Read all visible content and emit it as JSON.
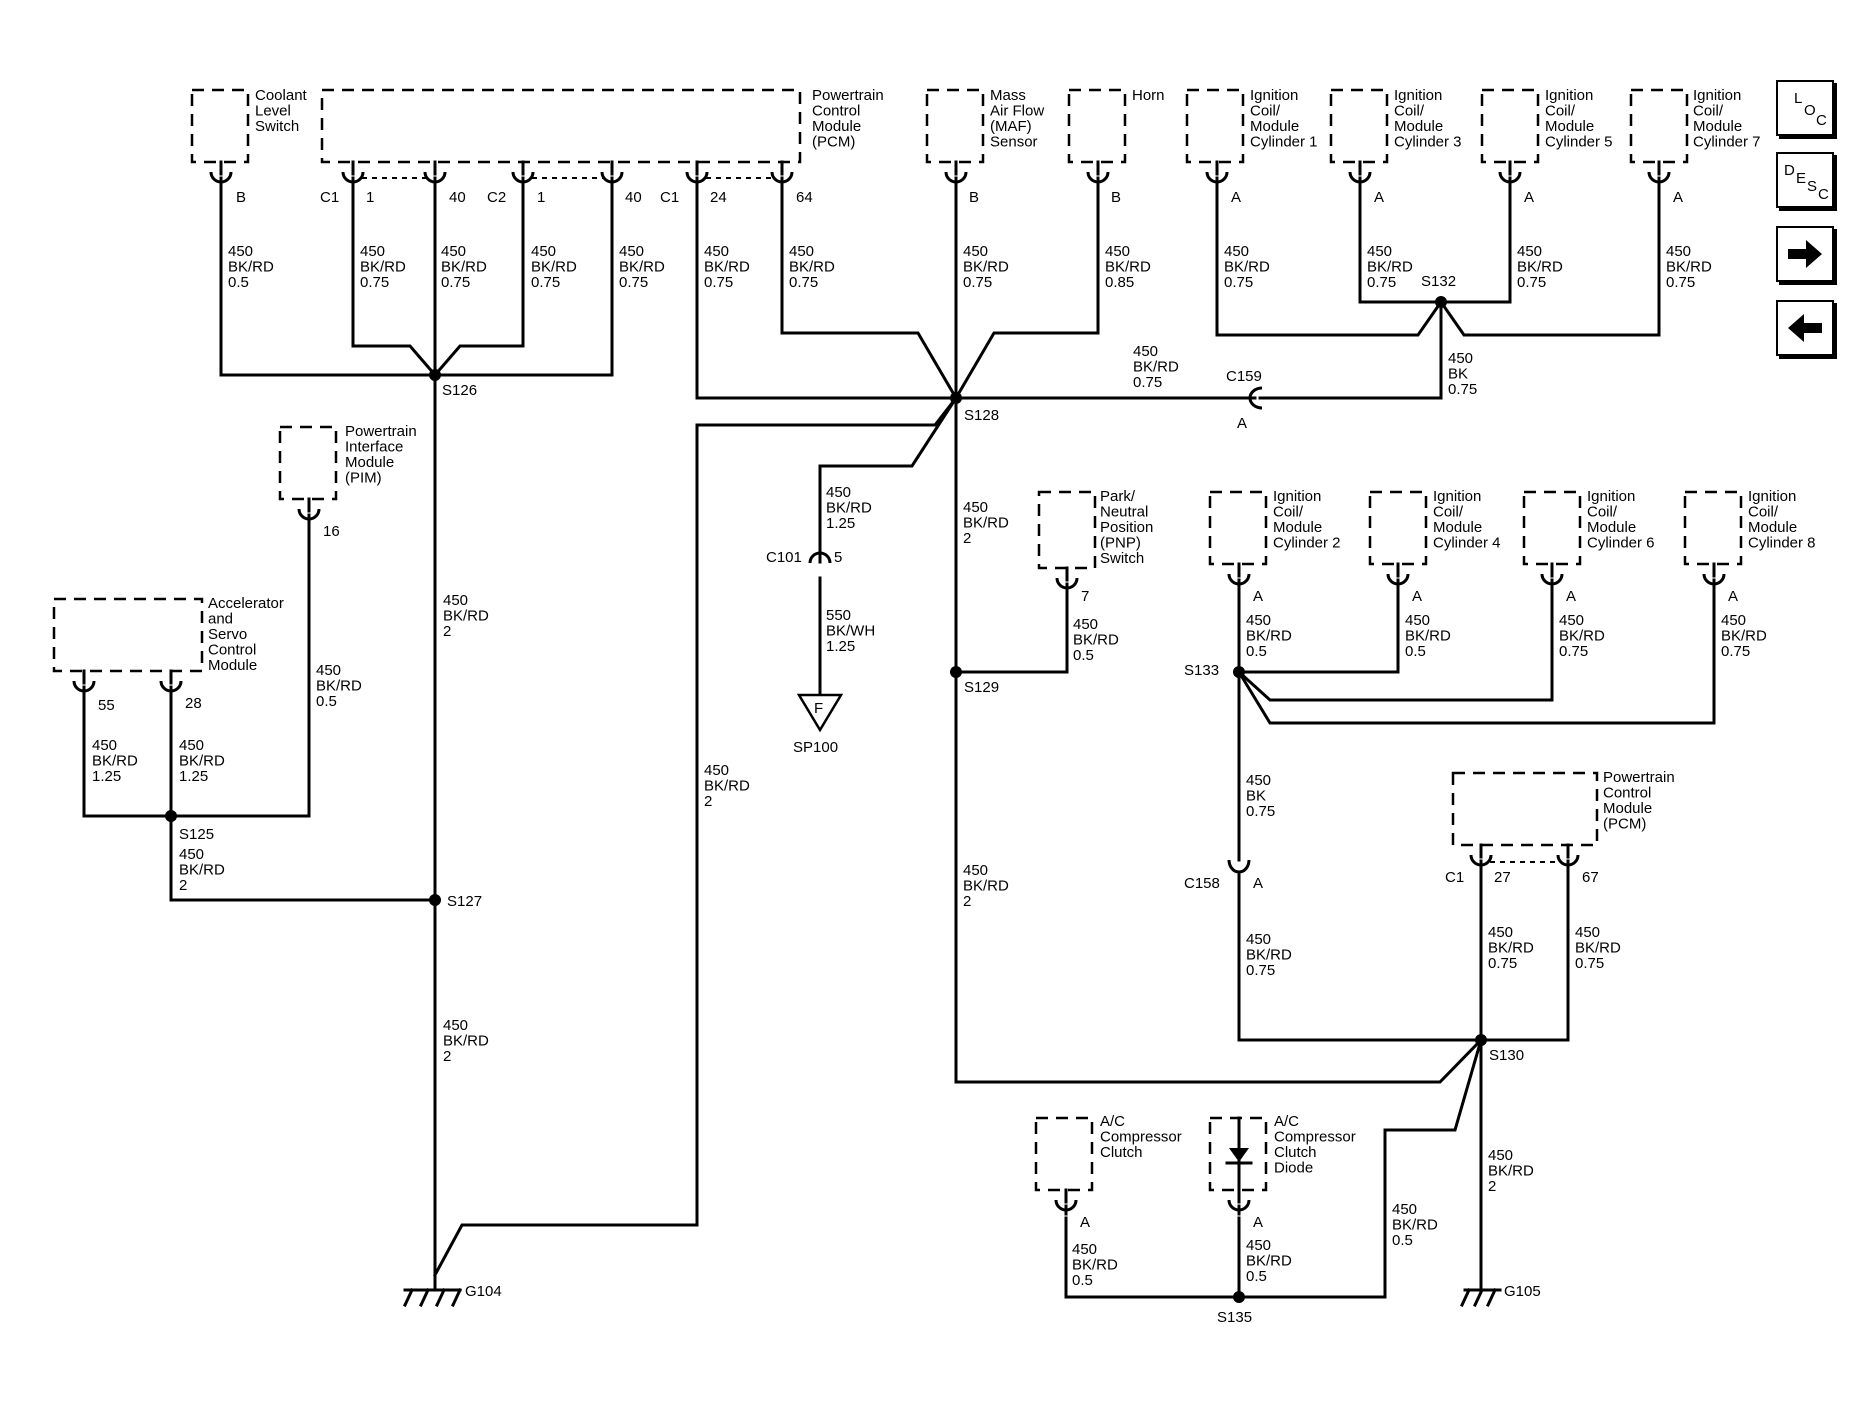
{
  "nav": {
    "loc": [
      "L",
      "O",
      "C"
    ],
    "desc": [
      "D",
      "E",
      "S",
      "C"
    ]
  },
  "components": [
    {
      "id": "coolant",
      "lines": [
        "Coolant",
        "Level",
        "Switch"
      ]
    },
    {
      "id": "pcm_top",
      "lines": [
        "Powertrain",
        "Control",
        "Module",
        "(PCM)"
      ]
    },
    {
      "id": "maf",
      "lines": [
        "Mass",
        "Air Flow",
        "(MAF)",
        "Sensor"
      ]
    },
    {
      "id": "horn",
      "lines": [
        "Horn"
      ]
    },
    {
      "id": "coil1",
      "lines": [
        "Ignition",
        "Coil/",
        "Module",
        "Cylinder 1"
      ]
    },
    {
      "id": "coil3",
      "lines": [
        "Ignition",
        "Coil/",
        "Module",
        "Cylinder 3"
      ]
    },
    {
      "id": "coil5",
      "lines": [
        "Ignition",
        "Coil/",
        "Module",
        "Cylinder 5"
      ]
    },
    {
      "id": "coil7",
      "lines": [
        "Ignition",
        "Coil/",
        "Module",
        "Cylinder 7"
      ]
    },
    {
      "id": "pim",
      "lines": [
        "Powertrain",
        "Interface",
        "Module",
        "(PIM)"
      ]
    },
    {
      "id": "accel",
      "lines": [
        "Accelerator",
        "and",
        "Servo",
        "Control",
        "Module"
      ]
    },
    {
      "id": "pnp",
      "lines": [
        "Park/",
        "Neutral",
        "Position",
        "(PNP)",
        "Switch"
      ]
    },
    {
      "id": "coil2",
      "lines": [
        "Ignition",
        "Coil/",
        "Module",
        "Cylinder 2"
      ]
    },
    {
      "id": "coil4",
      "lines": [
        "Ignition",
        "Coil/",
        "Module",
        "Cylinder 4"
      ]
    },
    {
      "id": "coil6",
      "lines": [
        "Ignition",
        "Coil/",
        "Module",
        "Cylinder 6"
      ]
    },
    {
      "id": "coil8",
      "lines": [
        "Ignition",
        "Coil/",
        "Module",
        "Cylinder 8"
      ]
    },
    {
      "id": "pcm_low",
      "lines": [
        "Powertrain",
        "Control",
        "Module",
        "(PCM)"
      ]
    },
    {
      "id": "ac_clutch",
      "lines": [
        "A/C",
        "Compressor",
        "Clutch"
      ]
    },
    {
      "id": "ac_diode",
      "lines": [
        "A/C",
        "Compressor",
        "Clutch",
        "Diode"
      ]
    }
  ],
  "pin_labels": [
    {
      "id": "coolant_b",
      "text": "B"
    },
    {
      "id": "pcm_c1a",
      "text": "C1"
    },
    {
      "id": "pcm_1a",
      "text": "1"
    },
    {
      "id": "pcm_40a",
      "text": "40"
    },
    {
      "id": "pcm_c2",
      "text": "C2"
    },
    {
      "id": "pcm_1b",
      "text": "1"
    },
    {
      "id": "pcm_40b",
      "text": "40"
    },
    {
      "id": "pcm_c1b",
      "text": "C1"
    },
    {
      "id": "pcm_24",
      "text": "24"
    },
    {
      "id": "pcm_64",
      "text": "64"
    },
    {
      "id": "maf_b",
      "text": "B"
    },
    {
      "id": "horn_b",
      "text": "B"
    },
    {
      "id": "coil1_a",
      "text": "A"
    },
    {
      "id": "coil3_a",
      "text": "A"
    },
    {
      "id": "coil5_a",
      "text": "A"
    },
    {
      "id": "coil7_a",
      "text": "A"
    },
    {
      "id": "pim_16",
      "text": "16"
    },
    {
      "id": "accel_55",
      "text": "55"
    },
    {
      "id": "accel_28",
      "text": "28"
    },
    {
      "id": "pnp_7",
      "text": "7"
    },
    {
      "id": "coil2_a",
      "text": "A"
    },
    {
      "id": "coil4_a",
      "text": "A"
    },
    {
      "id": "coil6_a",
      "text": "A"
    },
    {
      "id": "coil8_a",
      "text": "A"
    },
    {
      "id": "pcm2_c1",
      "text": "C1"
    },
    {
      "id": "pcm2_27",
      "text": "27"
    },
    {
      "id": "pcm2_67",
      "text": "67"
    },
    {
      "id": "acc_a",
      "text": "A"
    },
    {
      "id": "acd_a",
      "text": "A"
    },
    {
      "id": "c159_a",
      "text": "A"
    },
    {
      "id": "c101_5",
      "text": "5"
    },
    {
      "id": "c158_a",
      "text": "A"
    }
  ],
  "wire_labels": [
    {
      "id": "w_coolant",
      "lines": [
        "450",
        "BK/RD",
        "0.5"
      ]
    },
    {
      "id": "w_pcm1a",
      "lines": [
        "450",
        "BK/RD",
        "0.75"
      ]
    },
    {
      "id": "w_pcm40a",
      "lines": [
        "450",
        "BK/RD",
        "0.75"
      ]
    },
    {
      "id": "w_pcm1b",
      "lines": [
        "450",
        "BK/RD",
        "0.75"
      ]
    },
    {
      "id": "w_pcm40b",
      "lines": [
        "450",
        "BK/RD",
        "0.75"
      ]
    },
    {
      "id": "w_pcm24",
      "lines": [
        "450",
        "BK/RD",
        "0.75"
      ]
    },
    {
      "id": "w_pcm64",
      "lines": [
        "450",
        "BK/RD",
        "0.75"
      ]
    },
    {
      "id": "w_maf",
      "lines": [
        "450",
        "BK/RD",
        "0.75"
      ]
    },
    {
      "id": "w_horn",
      "lines": [
        "450",
        "BK/RD",
        "0.85"
      ]
    },
    {
      "id": "w_coil1",
      "lines": [
        "450",
        "BK/RD",
        "0.75"
      ]
    },
    {
      "id": "w_coil3",
      "lines": [
        "450",
        "BK/RD",
        "0.75"
      ]
    },
    {
      "id": "w_coil5",
      "lines": [
        "450",
        "BK/RD",
        "0.75"
      ]
    },
    {
      "id": "w_coil7",
      "lines": [
        "450",
        "BK/RD",
        "0.75"
      ]
    },
    {
      "id": "w_c159",
      "lines": [
        "450",
        "BK/RD",
        "0.75"
      ]
    },
    {
      "id": "w_s132",
      "lines": [
        "450",
        "BK",
        "0.75"
      ]
    },
    {
      "id": "w_s126_s127",
      "lines": [
        "450",
        "BK/RD",
        "2"
      ]
    },
    {
      "id": "w_pim",
      "lines": [
        "450",
        "BK/RD",
        "0.5"
      ]
    },
    {
      "id": "w_accel55",
      "lines": [
        "450",
        "BK/RD",
        "1.25"
      ]
    },
    {
      "id": "w_accel28",
      "lines": [
        "450",
        "BK/RD",
        "1.25"
      ]
    },
    {
      "id": "w_s125",
      "lines": [
        "450",
        "BK/RD",
        "2"
      ]
    },
    {
      "id": "w_s127_g104",
      "lines": [
        "450",
        "BK/RD",
        "2"
      ]
    },
    {
      "id": "w_c101_top",
      "lines": [
        "450",
        "BK/RD",
        "1.25"
      ]
    },
    {
      "id": "w_c101_bot",
      "lines": [
        "550",
        "BK/WH",
        "1.25"
      ]
    },
    {
      "id": "w_long_g104",
      "lines": [
        "450",
        "BK/RD",
        "2"
      ]
    },
    {
      "id": "w_s128_s129",
      "lines": [
        "450",
        "BK/RD",
        "2"
      ]
    },
    {
      "id": "w_pnp",
      "lines": [
        "450",
        "BK/RD",
        "0.5"
      ]
    },
    {
      "id": "w_s129_s130",
      "lines": [
        "450",
        "BK/RD",
        "2"
      ]
    },
    {
      "id": "w_coil2",
      "lines": [
        "450",
        "BK/RD",
        "0.5"
      ]
    },
    {
      "id": "w_coil4",
      "lines": [
        "450",
        "BK/RD",
        "0.5"
      ]
    },
    {
      "id": "w_coil6",
      "lines": [
        "450",
        "BK/RD",
        "0.75"
      ]
    },
    {
      "id": "w_coil8",
      "lines": [
        "450",
        "BK/RD",
        "0.75"
      ]
    },
    {
      "id": "w_s133_c158",
      "lines": [
        "450",
        "BK",
        "0.75"
      ]
    },
    {
      "id": "w_c158_s130",
      "lines": [
        "450",
        "BK/RD",
        "0.75"
      ]
    },
    {
      "id": "w_pcm2_27",
      "lines": [
        "450",
        "BK/RD",
        "0.75"
      ]
    },
    {
      "id": "w_pcm2_67",
      "lines": [
        "450",
        "BK/RD",
        "0.75"
      ]
    },
    {
      "id": "w_s130_g105",
      "lines": [
        "450",
        "BK/RD",
        "2"
      ]
    },
    {
      "id": "w_acc",
      "lines": [
        "450",
        "BK/RD",
        "0.5"
      ]
    },
    {
      "id": "w_acd",
      "lines": [
        "450",
        "BK/RD",
        "0.5"
      ]
    },
    {
      "id": "w_s135",
      "lines": [
        "450",
        "BK/RD",
        "0.5"
      ]
    }
  ],
  "splices": [
    {
      "id": "S126",
      "text": "S126"
    },
    {
      "id": "S128",
      "text": "S128"
    },
    {
      "id": "S132",
      "text": "S132"
    },
    {
      "id": "S125",
      "text": "S125"
    },
    {
      "id": "S127",
      "text": "S127"
    },
    {
      "id": "S129",
      "text": "S129"
    },
    {
      "id": "S133",
      "text": "S133"
    },
    {
      "id": "S130",
      "text": "S130"
    },
    {
      "id": "S135",
      "text": "S135"
    }
  ],
  "connectors": [
    {
      "id": "C159",
      "text": "C159"
    },
    {
      "id": "C101",
      "text": "C101"
    },
    {
      "id": "C158",
      "text": "C158"
    }
  ],
  "grounds": [
    {
      "id": "G104",
      "text": "G104"
    },
    {
      "id": "G105",
      "text": "G105"
    }
  ],
  "refs": [
    {
      "id": "SP100",
      "text": "SP100"
    },
    {
      "id": "SP100_flag",
      "text": "F"
    }
  ]
}
